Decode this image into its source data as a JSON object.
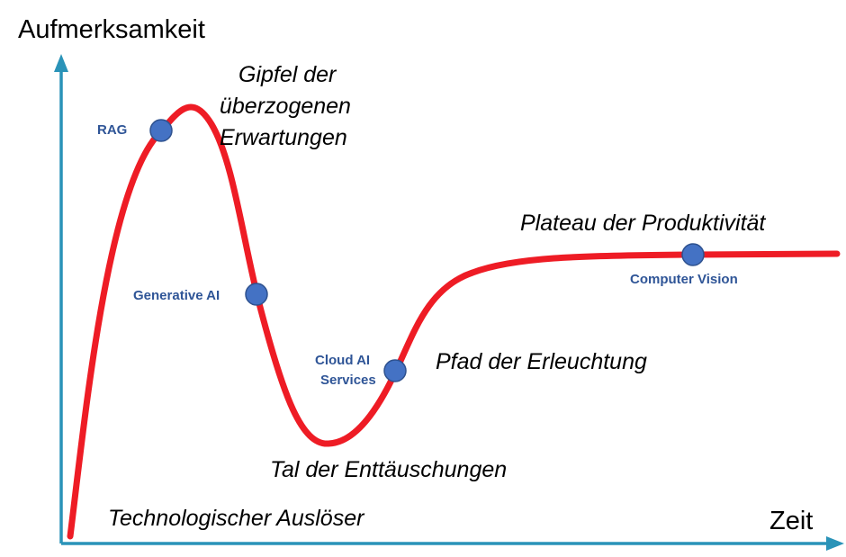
{
  "axes": {
    "y_label": "Aufmerksamkeit",
    "x_label": "Zeit"
  },
  "phases": {
    "trigger": "Technologischer Auslöser",
    "peak": [
      "Gipfel der",
      "überzogenen",
      "Erwartungen"
    ],
    "trough": "Tal der Enttäuschungen",
    "slope": "Pfad der Erleuchtung",
    "plateau": "Plateau der Produktivität"
  },
  "technologies": {
    "rag": "RAG",
    "generative_ai": "Generative AI",
    "cloud_ai": [
      "Cloud AI",
      "Services"
    ],
    "computer_vision": "Computer Vision"
  },
  "colors": {
    "axis": "#2a93b8",
    "curve": "#ee1c25",
    "marker": "#4472c4",
    "tech_label": "#2f5597"
  }
}
